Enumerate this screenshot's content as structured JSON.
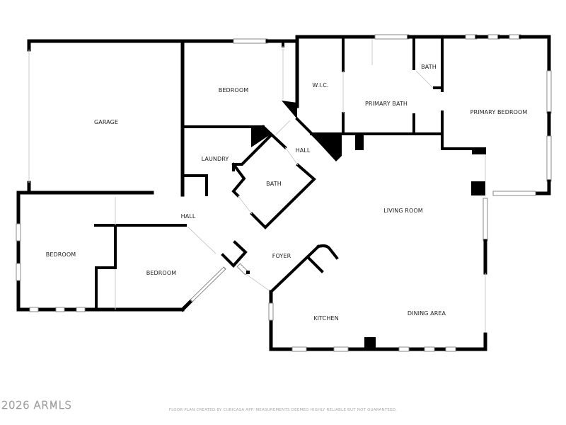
{
  "plan": {
    "rooms": [
      {
        "id": "garage",
        "label": "GARAGE"
      },
      {
        "id": "bedroom_1",
        "label": "BEDROOM"
      },
      {
        "id": "laundry",
        "label": "LAUNDRY"
      },
      {
        "id": "bath_1",
        "label": "BATH"
      },
      {
        "id": "hall_1",
        "label": "HALL"
      },
      {
        "id": "wic",
        "label": "W.I.C."
      },
      {
        "id": "primary_bath",
        "label": "PRIMARY BATH"
      },
      {
        "id": "bath_2",
        "label": "BATH"
      },
      {
        "id": "primary_bedroom",
        "label": "PRIMARY BEDROOM"
      },
      {
        "id": "living_room",
        "label": "LIVING ROOM"
      },
      {
        "id": "hall_2",
        "label": "HALL"
      },
      {
        "id": "bedroom_2",
        "label": "BEDROOM"
      },
      {
        "id": "bedroom_3",
        "label": "BEDROOM"
      },
      {
        "id": "foyer",
        "label": "FOYER"
      },
      {
        "id": "kitchen",
        "label": "KITCHEN"
      },
      {
        "id": "dining_area",
        "label": "DINING AREA"
      }
    ]
  },
  "footer": {
    "watermark": "2026 ARMLS",
    "disclaimer": "FLOOR PLAN CREATED BY CUBICASA APP. MEASUREMENTS DEEMED HIGHLY RELIABLE BUT NOT GUARANTEED."
  }
}
